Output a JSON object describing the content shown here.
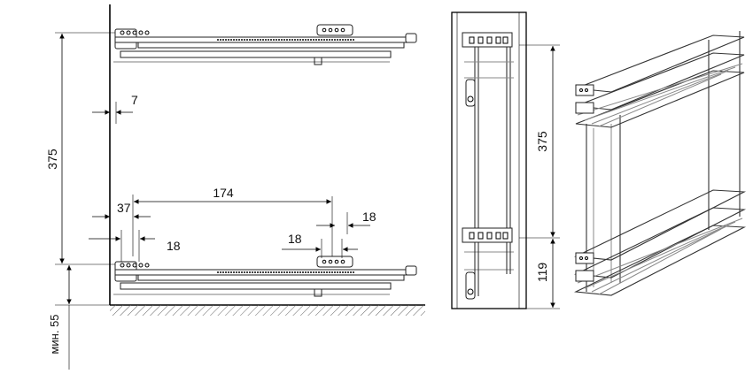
{
  "dimensions": {
    "rail_spacing": "375",
    "side_gap": "7",
    "hole_span": "174",
    "front_offset": "37",
    "hole_left": "18",
    "hole_center": "18",
    "hole_right": "18",
    "min_height_label": "мин. 55",
    "side_rail_spacing": "375",
    "side_bottom_offset": "119"
  }
}
